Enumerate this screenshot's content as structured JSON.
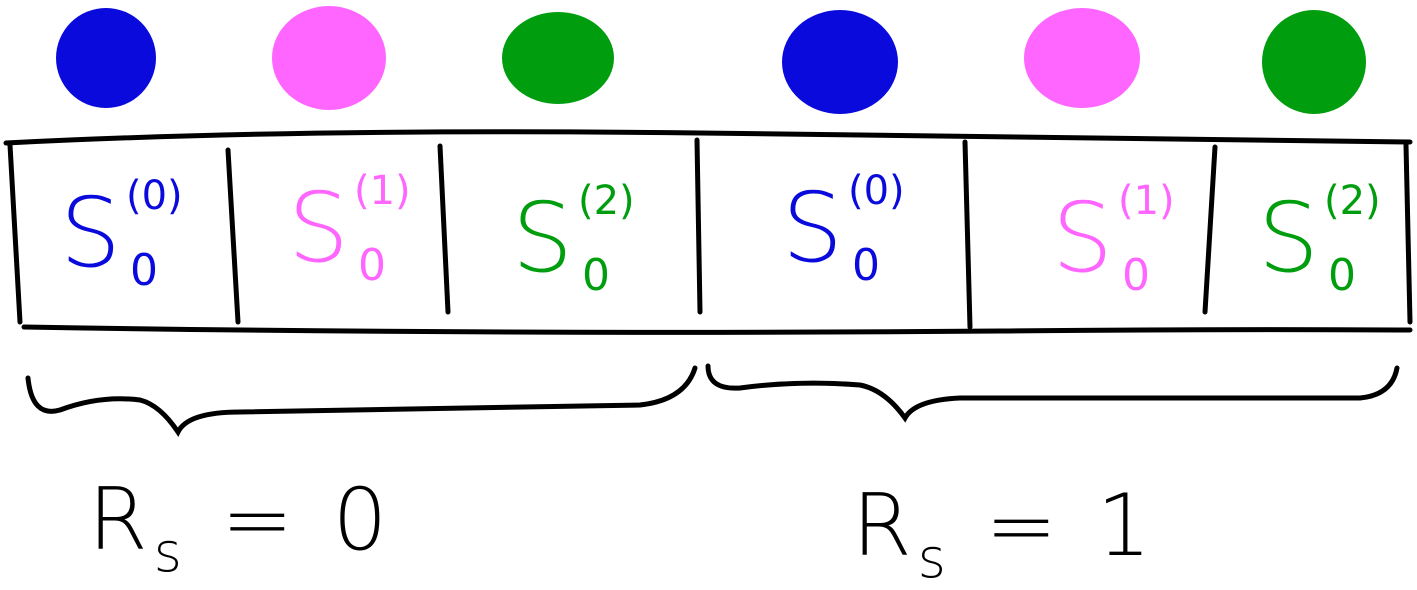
{
  "colors": {
    "blue": "#0a0adc",
    "pink": "#ff66ff",
    "green": "#009e0f",
    "stroke": "#000000"
  },
  "dots": [
    {
      "color": "blue"
    },
    {
      "color": "pink"
    },
    {
      "color": "green"
    },
    {
      "color": "blue"
    },
    {
      "color": "pink"
    },
    {
      "color": "green"
    }
  ],
  "cells": [
    {
      "base": "S",
      "sup": "(0)",
      "sub": "0",
      "color": "blue"
    },
    {
      "base": "S",
      "sup": "(1)",
      "sub": "0",
      "color": "pink"
    },
    {
      "base": "S",
      "sup": "(2)",
      "sub": "0",
      "color": "green"
    },
    {
      "base": "S",
      "sup": "(0)",
      "sub": "0",
      "color": "blue"
    },
    {
      "base": "S",
      "sup": "(1)",
      "sub": "0",
      "color": "pink"
    },
    {
      "base": "S",
      "sup": "(2)",
      "sub": "0",
      "color": "green"
    }
  ],
  "groups": [
    {
      "label_main": "R",
      "label_sub": "s",
      "label_rest": " = 0"
    },
    {
      "label_main": "R",
      "label_sub": "s",
      "label_rest": " = 1"
    }
  ]
}
